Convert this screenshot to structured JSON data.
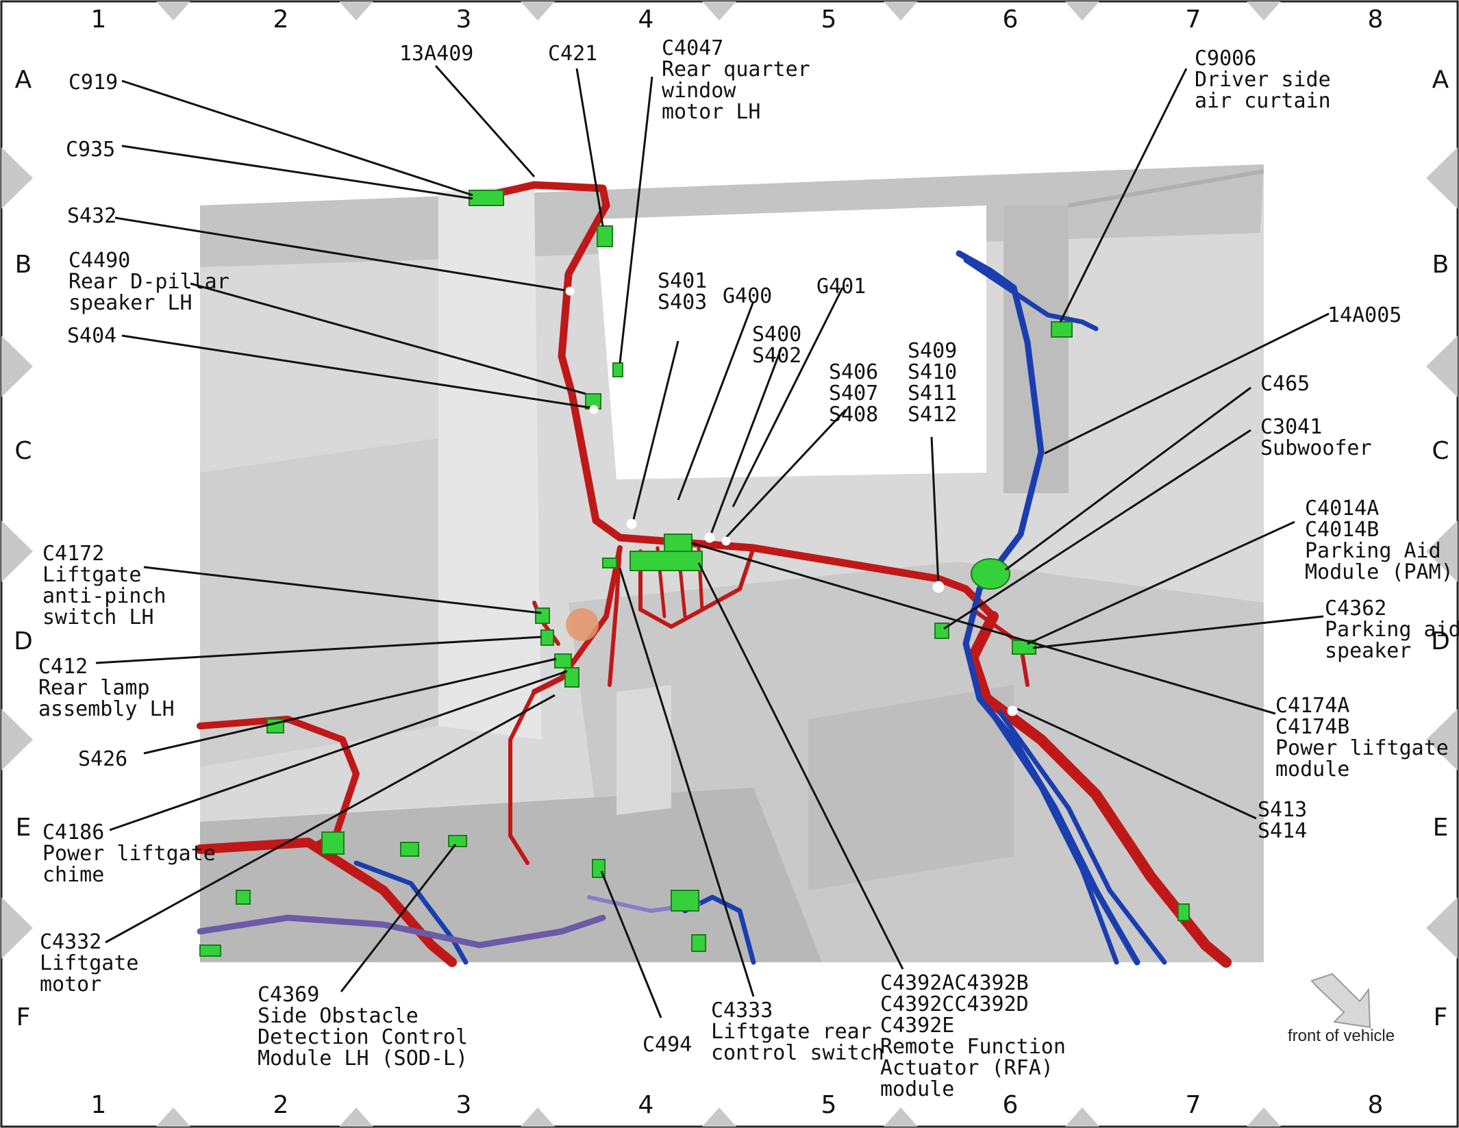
{
  "grid": {
    "columns": [
      "1",
      "2",
      "3",
      "4",
      "5",
      "6",
      "7",
      "8"
    ],
    "rows": [
      "A",
      "B",
      "C",
      "D",
      "E",
      "F"
    ]
  },
  "orientation": {
    "label": "front of vehicle"
  },
  "callouts": [
    {
      "id": "c919",
      "lines": [
        "C919"
      ]
    },
    {
      "id": "c935",
      "lines": [
        "C935"
      ]
    },
    {
      "id": "13a409",
      "lines": [
        "13A409"
      ]
    },
    {
      "id": "c421",
      "lines": [
        "C421"
      ]
    },
    {
      "id": "c4047",
      "lines": [
        "C4047",
        "Rear quarter",
        "window",
        "motor LH"
      ]
    },
    {
      "id": "c9006",
      "lines": [
        "C9006",
        "Driver side",
        "air curtain"
      ]
    },
    {
      "id": "s432",
      "lines": [
        "S432"
      ]
    },
    {
      "id": "c4490",
      "lines": [
        "C4490",
        "Rear D-pillar",
        "speaker LH"
      ]
    },
    {
      "id": "s404",
      "lines": [
        "S404"
      ]
    },
    {
      "id": "s401",
      "lines": [
        "S401",
        "S403"
      ]
    },
    {
      "id": "g400",
      "lines": [
        "G400"
      ]
    },
    {
      "id": "g401",
      "lines": [
        "G401"
      ]
    },
    {
      "id": "s400",
      "lines": [
        "S400",
        "S402"
      ]
    },
    {
      "id": "s406",
      "lines": [
        "S406",
        "S407",
        "S408"
      ]
    },
    {
      "id": "s409",
      "lines": [
        "S409",
        "S410",
        "S411",
        "S412"
      ]
    },
    {
      "id": "14a005",
      "lines": [
        "14A005"
      ]
    },
    {
      "id": "c465",
      "lines": [
        "C465"
      ]
    },
    {
      "id": "c3041",
      "lines": [
        "C3041",
        "Subwoofer"
      ]
    },
    {
      "id": "c4014",
      "lines": [
        "C4014A",
        "C4014B",
        "Parking Aid",
        "Module (PAM)"
      ]
    },
    {
      "id": "c4362",
      "lines": [
        "C4362",
        "Parking aid",
        "speaker"
      ]
    },
    {
      "id": "c4174",
      "lines": [
        "C4174A",
        "C4174B",
        "Power liftgate",
        "module"
      ]
    },
    {
      "id": "s413",
      "lines": [
        "S413",
        "S414"
      ]
    },
    {
      "id": "c4172",
      "lines": [
        "C4172",
        "Liftgate",
        "anti-pinch",
        "switch LH"
      ]
    },
    {
      "id": "c412",
      "lines": [
        "C412",
        "Rear lamp",
        "assembly LH"
      ]
    },
    {
      "id": "s426",
      "lines": [
        "S426"
      ]
    },
    {
      "id": "c4186",
      "lines": [
        "C4186",
        "Power liftgate",
        "chime"
      ]
    },
    {
      "id": "c4332",
      "lines": [
        "C4332",
        "Liftgate",
        "motor"
      ]
    },
    {
      "id": "c4369",
      "lines": [
        "C4369",
        "Side Obstacle",
        "Detection Control",
        "Module LH (SOD-L)"
      ]
    },
    {
      "id": "c494",
      "lines": [
        "C494"
      ]
    },
    {
      "id": "c4333",
      "lines": [
        "C4333",
        "Liftgate rear",
        "control switch"
      ]
    },
    {
      "id": "c4392",
      "lines": [
        "C4392AC4392B",
        "C4392CC4392D",
        "C4392E",
        "Remote Function",
        "Actuator (RFA)",
        "module"
      ]
    }
  ]
}
